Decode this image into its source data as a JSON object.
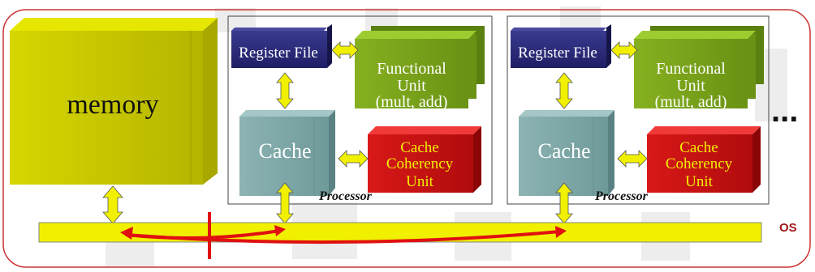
{
  "colors": {
    "outer_border": "#cc3333",
    "memory_fill": "#c8c800",
    "register_file_fill": "#2c2c7c",
    "functional_unit_fill": "#7aa21c",
    "cache_fill": "#7fa8a8",
    "coherency_fill": "#cc1111",
    "bus_fill": "#f0f000",
    "arrow_fill": "#f0f000",
    "link_red": "#e01010",
    "os_label": "#a01818"
  },
  "memory": {
    "label": "memory"
  },
  "os_label": "OS",
  "ellipsis": "...",
  "processors": [
    {
      "register_file": "Register File",
      "functional_unit": {
        "line1": "Functional",
        "line2": "Unit",
        "line3": "(mult, add)"
      },
      "cache": "Cache",
      "coherency_unit": {
        "line1": "Cache",
        "line2": "Coherency",
        "line3": "Unit"
      },
      "label": "Processor"
    },
    {
      "register_file": "Register File",
      "functional_unit": {
        "line1": "Functional",
        "line2": "Unit",
        "line3": "(mult, add)"
      },
      "cache": "Cache",
      "coherency_unit": {
        "line1": "Cache",
        "line2": "Coherency",
        "line3": "Unit"
      },
      "label": "Processor"
    }
  ]
}
